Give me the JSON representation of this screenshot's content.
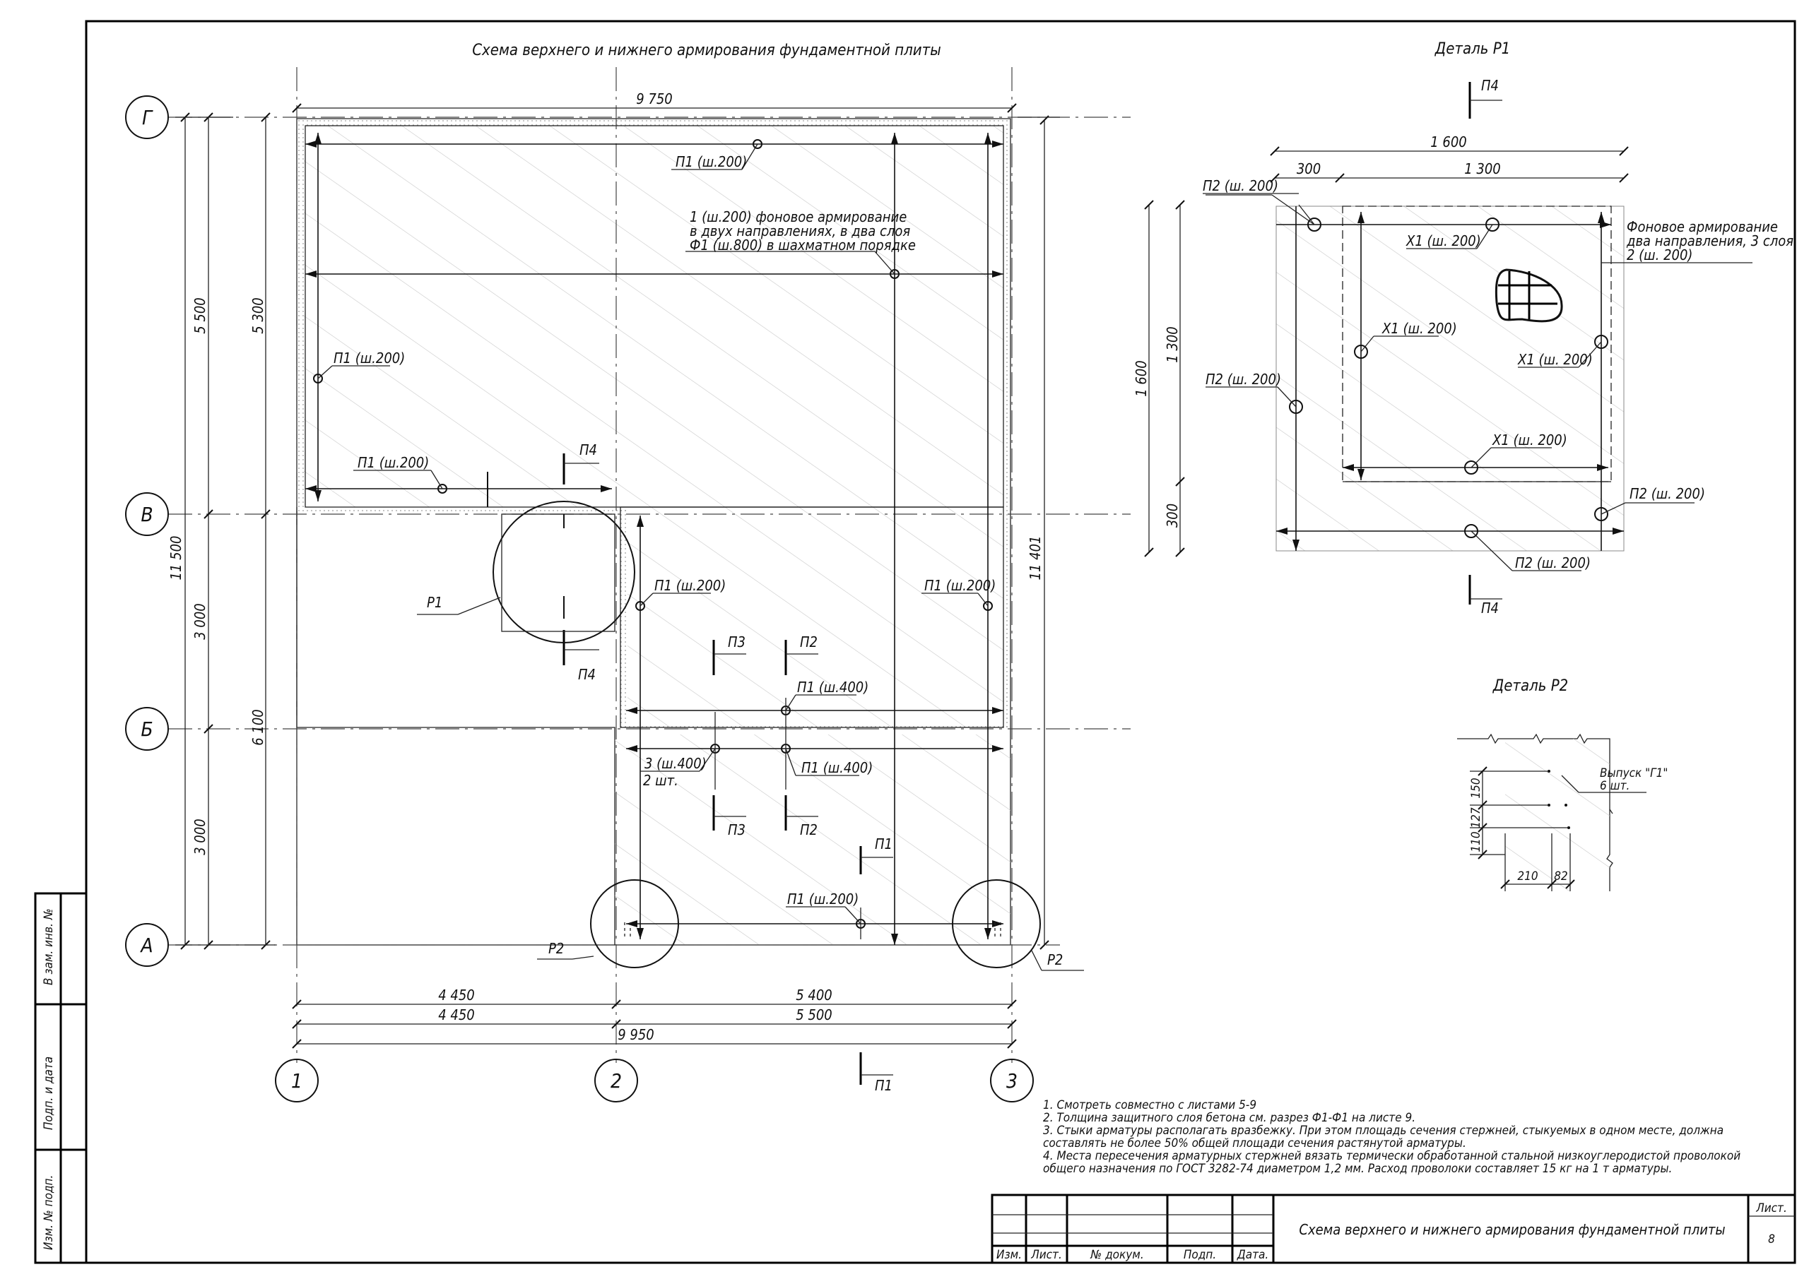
{
  "main_title": "Схема верхнего и нижнего армирования фундаментной плиты",
  "detail_p1_title": "Деталь Р1",
  "detail_p2_title": "Деталь Р2",
  "axes": {
    "rows": [
      "Г",
      "В",
      "Б",
      "А"
    ],
    "cols": [
      "1",
      "2",
      "3"
    ]
  },
  "dims": {
    "top_9750": "9 750",
    "left_11500": "11 500",
    "left_5500": "5 500",
    "left_3000a": "3 000",
    "left_3000b": "3 000",
    "left_5300": "5 300",
    "left_6100": "6 100",
    "right_11401": "11 401",
    "bot_4450a": "4 450",
    "bot_5400": "5 400",
    "bot_4450b": "4 450",
    "bot_5500": "5 500",
    "bot_9950": "9 950"
  },
  "labels": {
    "p1_w200": "П1 (ш.200)",
    "p1_w400": "П1 (ш.400)",
    "bar3_w400": "3 (ш.400)",
    "two_pcs": "2 шт.",
    "bg_line1": "1 (ш.200) фоновое армирование",
    "bg_line2": "в двух направлениях, в два слоя",
    "bg_line3": "Ф1 (ш.800) в шахматном порядке",
    "cut_p1": "П1",
    "cut_p2": "П2",
    "cut_p3": "П3",
    "cut_p4": "П4",
    "detail_r1": "Р1",
    "detail_r2": "Р2"
  },
  "detail_p1": {
    "dim_1600": "1 600",
    "dim_300": "300",
    "dim_1300": "1 300",
    "p2_w200": "П2 (ш. 200)",
    "x1_w200": "Х1 (ш. 200)",
    "bg_line1": "Фоновое армирование",
    "bg_line2": "два направления, 3 слоя",
    "bg_line3": "2 (ш. 200)",
    "cut_p4": "П4"
  },
  "detail_p2": {
    "outlet_line1": "Выпуск \"Г1\"",
    "outlet_line2": "6 шт.",
    "dim_150": "150",
    "dim_127": "127",
    "dim_110": "110",
    "dim_210": "210",
    "dim_82": "82"
  },
  "notes": [
    "1. Смотреть совместно с листами 5-9",
    "2. Толщина защитного слоя бетона см. разрез Ф1-Ф1 на листе 9.",
    "3. Стыки арматуры располагать вразбежку. При этом площадь сечения стержней, стыкуемых в одном месте, должна",
    "составлять не более 50% общей площади сечения растянутой арматуры.",
    "4. Места пересечения арматурных стержней вязать термически обработанной стальной низкоуглеродистой проволокой",
    "общего назначения по ГОСТ 3282-74 диаметром 1,2 мм. Расход проволоки составляет 15 кг на 1 т арматуры."
  ],
  "stamp": {
    "col_izm": "Изм.",
    "col_list": "Лист.",
    "col_doc": "№ докум.",
    "col_sign": "Подп.",
    "col_date": "Дата.",
    "title": "Схема верхнего и нижнего армирования фундаментной плиты",
    "sheet_label": "Лист.",
    "sheet_number": "8"
  },
  "side_stamp": {
    "f1": "В зам. инв. №",
    "f2": "Подп. и дата",
    "f3": "Изм. № подп."
  }
}
